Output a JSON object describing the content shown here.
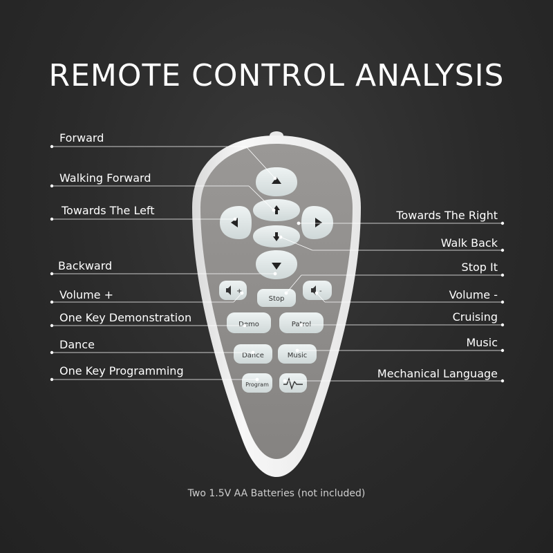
{
  "title": "REMOTE CONTROL ANALYSIS",
  "footer_note": "Two 1.5V AA Batteries (not included)",
  "labels": {
    "forward": "Forward",
    "walking_forward": "Walking Forward",
    "towards_left": "Towards The Left",
    "backward": "Backward",
    "volume_plus": "Volume +",
    "one_key_demo": "One Key Demonstration",
    "dance": "Dance",
    "one_key_programming": "One Key Programming",
    "towards_right": "Towards The Right",
    "walk_back": "Walk Back",
    "stop_it": "Stop It",
    "volume_minus": "Volume -",
    "cruising": "Cruising",
    "music": "Music",
    "mechanical_language": "Mechanical Language"
  },
  "buttons": {
    "stop": "Stop",
    "demo": "Demo",
    "patrol": "Patrol",
    "dance": "Dance",
    "music": "Music",
    "program": "Program",
    "vol_plus": "+",
    "vol_minus": "-"
  },
  "colors": {
    "background": "#2a2a2a",
    "remote_shell": "#f4f4f4",
    "remote_face": "#8f8d8b",
    "button": "#dfe6e6",
    "leader_line": "#ffffff"
  }
}
